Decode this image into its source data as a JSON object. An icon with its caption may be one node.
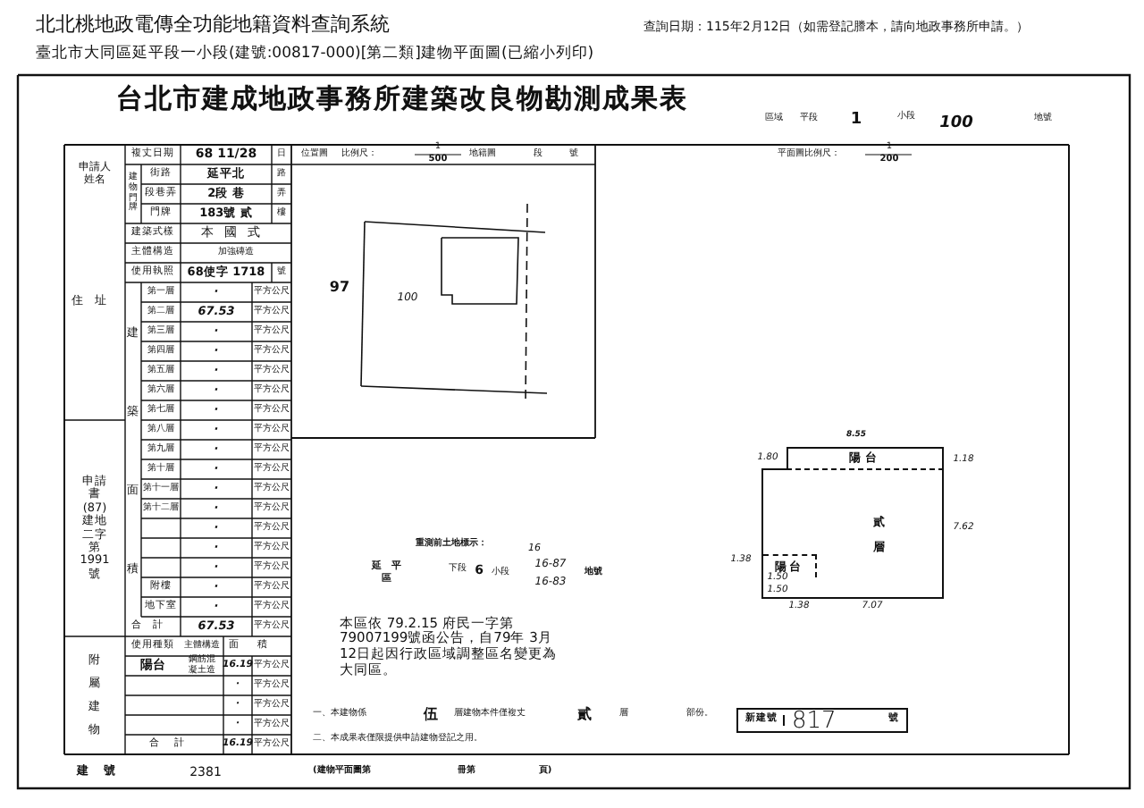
{
  "diagram": {
    "title": "台北市建成地政事務所建築改良物勘測成果表",
    "nodes": [
      {
        "text": [
          "陽台"
        ]
      },
      {
        "text": [
          "貳層"
        ]
      },
      {
        "text": [
          "陽台"
        ],
        "in": 1
      },
      {
        "text": [
          "新建號",
          "817",
          "號"
        ]
      }
    ],
    "labels": [
      "北北桃地政電傳全功能地籍資料查詢系統",
      "查詢日期：115年2月12日（如需登記謄本，請向地政事務所申請。）",
      "臺北市大同區延平段一小段(建號:00817-000)[第二類]建物平面圖(已縮小列印)",
      "區域",
      "平段",
      "1",
      "小段",
      "100",
      "地號",
      "申請人姓名",
      "複丈日期",
      "68 11/28",
      "日",
      "建物門牌",
      "街路",
      "延平北",
      "路",
      "段巷弄",
      "2段 巷",
      "弄",
      "門牌",
      "183號 貳",
      "樓",
      "建築式樣",
      "本國式",
      "主體構造",
      "加強磚造",
      "使用執照",
      "68使字 1718",
      "號",
      "住址",
      "建築面積",
      "第一層",
      "·",
      "平方公尺",
      "第二層",
      "67.53",
      "平方公尺",
      "第三層",
      "·",
      "平方公尺",
      "第四層",
      "·",
      "平方公尺",
      "第五層",
      "·",
      "平方公尺",
      "第六層",
      "·",
      "平方公尺",
      "第七層",
      "·",
      "平方公尺",
      "第八層",
      "·",
      "平方公尺",
      "第九層",
      "·",
      "平方公尺",
      "第十層",
      "·",
      "平方公尺",
      "第十一層",
      "·",
      "平方公尺",
      "第十二層",
      "·",
      "平方公尺",
      "·",
      "平方公尺",
      "·",
      "平方公尺",
      "·",
      "平方公尺",
      "附樓",
      "·",
      "平方公尺",
      "地下室",
      "·",
      "平方公尺",
      "合計",
      "67.53",
      "平方公尺",
      "申請書 (87) 建地二字第 1991 號",
      "附屬建物",
      "使用種類",
      "主體構造",
      "面積",
      "陽台",
      "鋼筋混凝土造",
      "16.19",
      "平方公尺",
      "·",
      "平方公尺",
      "·",
      "平方公尺",
      "·",
      "平方公尺",
      "合計",
      "16.19",
      "平方公尺",
      "建號",
      "2381",
      "位置圖",
      "比例尺：",
      "1",
      "500",
      "地籍圖",
      "段",
      "號",
      "97",
      "100",
      "平面圖比例尺：",
      "1",
      "200",
      "8.55",
      "1.80",
      "1.18",
      "7.62",
      "1.38",
      "1.50",
      "1.50",
      "1.38",
      "7.07",
      "重測前土地標示：",
      "延平區",
      "下段",
      "6",
      "小段",
      "16",
      "16-87",
      "16-83",
      "地號",
      "本區依 79.2.15 府民一字第 79007199號函公告，自79年 3月12日起因行政區域調整區名變更為大同區。",
      "一、本建物係",
      "伍",
      "層建物本件僅複丈",
      "貳",
      "層",
      "部份。",
      "二、本成果表僅限提供申請建物登記之用。",
      "(建物平面圖第",
      "冊第",
      "頁)"
    ]
  }
}
